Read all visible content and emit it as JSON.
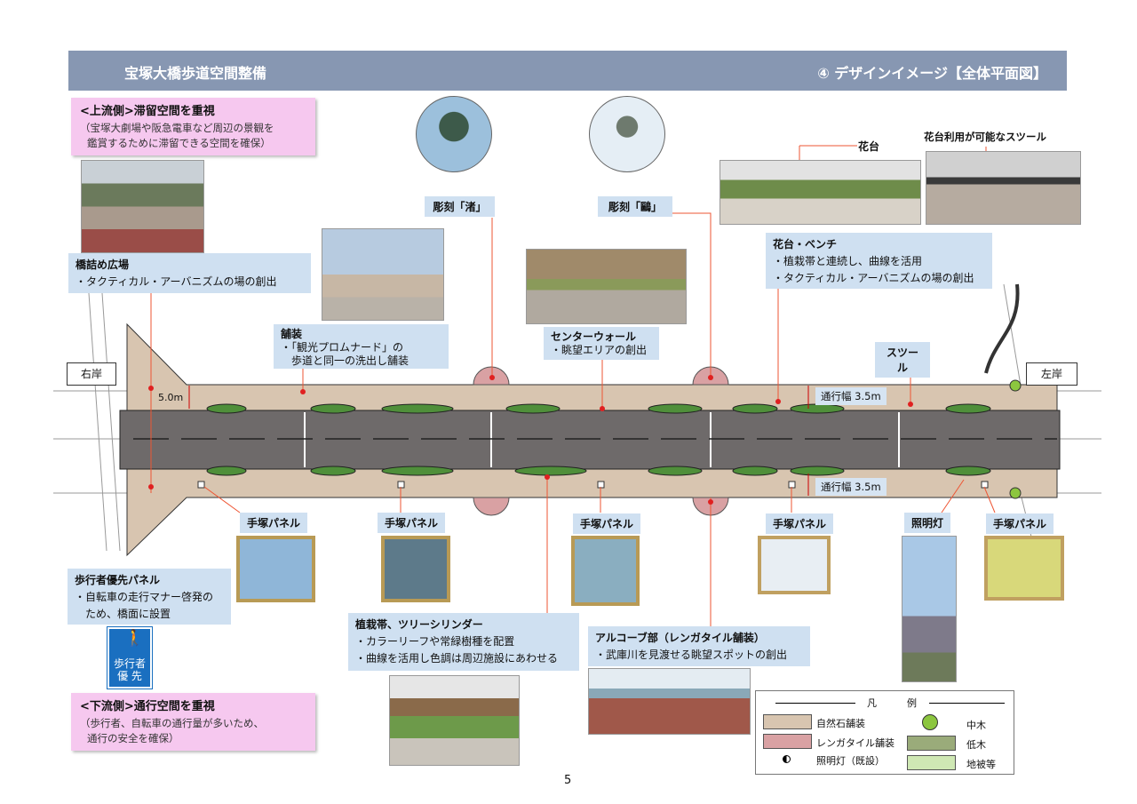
{
  "header": {
    "title": "宝塚大橋歩道空間整備",
    "section": "④ デザインイメージ【全体平面図】"
  },
  "upstream": {
    "title": "<上流側>滞留空間を重視",
    "desc1": "（宝塚大劇場や阪急電車など周辺の景観を",
    "desc2": "鑑賞するために滞留できる空間を確保）"
  },
  "downstream": {
    "title": "<下流側>通行空間を重視",
    "desc1": "（歩行者、自転車の通行量が多いため、",
    "desc2": "通行の安全を確保）"
  },
  "plaza": {
    "title": "橋詰め広場",
    "item": "・タクティカル・アーバニズムの場の創出"
  },
  "paving": {
    "title": "舗装",
    "item1": "・「観光プロムナード」の",
    "item2": "歩道と同一の洗出し舗装"
  },
  "sculpture1": "彫刻「渚」",
  "sculpture2": "彫刻「鷗」",
  "center_wall": {
    "title": "センターウォール",
    "item": "・眺望エリアの創出"
  },
  "flower_stand": "花台",
  "stool_photo": "花台利用が可能なスツール",
  "bench": {
    "title": "花台・ベンチ",
    "item1": "・植栽帯と連続し、曲線を活用",
    "item2": "・タクティカル・アーバニズムの場の創出"
  },
  "stool": "スツール",
  "banks": {
    "right": "右岸",
    "left": "左岸"
  },
  "width_labels": {
    "plaza": "5.0m",
    "top": "通行幅 3.5m",
    "bottom": "通行幅 3.5m"
  },
  "panel_label": "手塚パネル",
  "lighting": "照明灯",
  "ped_panel": {
    "title": "歩行者優先パネル",
    "item1": "・自転車の走行マナー啓発の",
    "item2": "ため、橋面に設置",
    "sign1": "歩行者",
    "sign2": "優 先"
  },
  "planting": {
    "title": "植栽帯、ツリーシリンダー",
    "item1": "・カラーリーフや常緑樹種を配置",
    "item2": "・曲線を活用し色調は周辺施設にあわせる"
  },
  "alcove": {
    "title": "アルコーブ部（レンガタイル舗装）",
    "item": "・武庫川を見渡せる眺望スポットの創出"
  },
  "legend": {
    "title_a": "凡",
    "title_b": "例",
    "items": [
      "自然石舗装",
      "レンガタイル舗装",
      "照明灯（既設）",
      "中木",
      "低木",
      "地被等"
    ]
  },
  "colors": {
    "stone": "#d8c5b0",
    "brick": "#d9a1a3",
    "medium_tree": "#8cc63f",
    "low_tree": "#9aab7a",
    "ground": "#cfe8b4",
    "road": "#6e6a6a",
    "header": "#8797b2"
  },
  "page_number": "5"
}
